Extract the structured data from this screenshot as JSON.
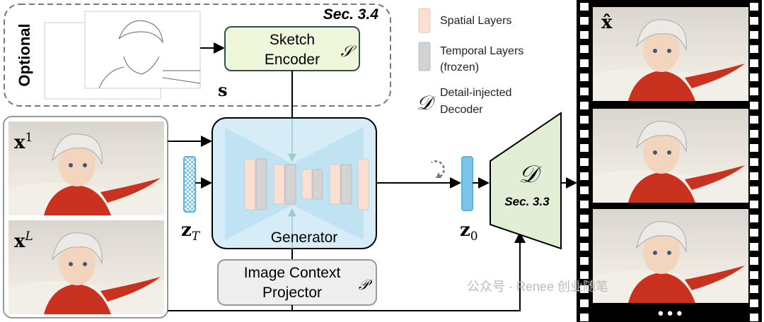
{
  "optional_block": {
    "label": "Optional",
    "section": "Sec. 3.4",
    "sketch_symbol": "s",
    "sketch_encoder": {
      "line1": "Sketch",
      "line2": "Encoder",
      "symbol": "𝒮"
    }
  },
  "inputs": {
    "first_frame_label": "x",
    "first_frame_sup": "1",
    "last_frame_label": "x",
    "last_frame_sup": "L"
  },
  "latents": {
    "zT_base": "z",
    "zT_sub": "T",
    "z0_base": "z",
    "z0_sub": "0"
  },
  "generator": {
    "label": "Generator"
  },
  "projector": {
    "line1": "Image Context",
    "line2": "Projector",
    "symbol": "𝒫"
  },
  "decoder": {
    "symbol": "𝒟",
    "section": "Sec. 3.3"
  },
  "legend": {
    "spatial": "Spatial Layers",
    "temporal_line1": "Temporal Layers",
    "temporal_line2": "(frozen)",
    "decoder_symbol": "𝒟",
    "decoder_line1": "Detail-injected",
    "decoder_line2": "Decoder"
  },
  "output": {
    "label": "x̂",
    "more": "● ● ●"
  },
  "watermark": "公众号 · Renee 创业随笔",
  "colors": {
    "spatial": "#fbe0d2",
    "temporal": "#d3d3d3",
    "generator_fill": "#cde8f6",
    "encoder_fill": "#eef7d9",
    "decoder_fill": "#e2eed6",
    "projector_fill": "#eeeeee",
    "z0": "#7cc4e8"
  }
}
